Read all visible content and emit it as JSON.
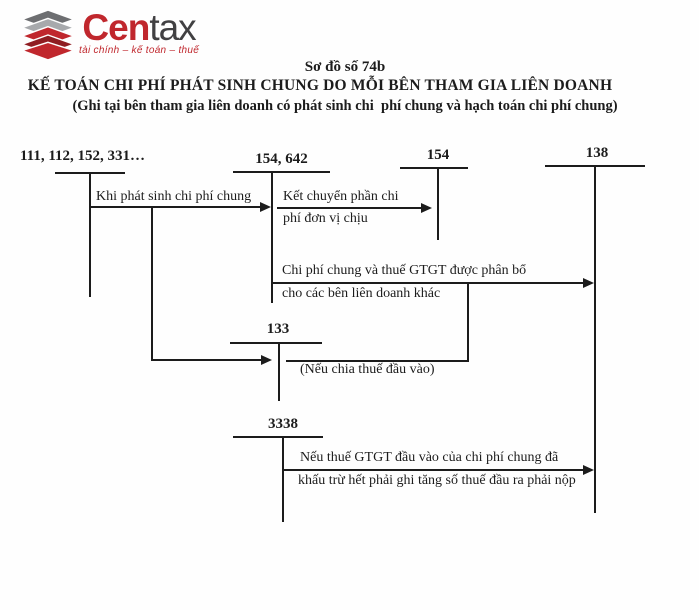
{
  "page": {
    "background": "#fefefe",
    "ink": "#1c1c1c"
  },
  "logo": {
    "brand_part1": "Cen",
    "brand_part2": "tax",
    "tagline": "tài chính – kế toán – thuế",
    "color_red": "#c0272d",
    "color_dark": "#414042",
    "icon_colors": {
      "gray_dark": "#6d6e71",
      "gray_light": "#a7a9ac",
      "red": "#c0272d",
      "red_dark": "#8f1d22"
    }
  },
  "title": {
    "scheme_no": "Sơ đồ số 74b",
    "heading": "KẾ TOÁN CHI PHÍ PHÁT SINH CHUNG DO MỖI BÊN THAM GIA LIÊN DOANH",
    "subheading": "(Ghi tại bên tham gia liên doanh có phát sinh chi  phí chung và hạch toán chi phí chung)"
  },
  "accounts": {
    "cash_materials_payables": {
      "label": "111, 112, 152, 331…"
    },
    "wip_admin_expense": {
      "label": "154, 642"
    },
    "wip": {
      "label": "154"
    },
    "other_receivables": {
      "label": "138"
    },
    "vat_deductible": {
      "label": "133"
    },
    "other_taxes": {
      "label": "3338"
    }
  },
  "flows": {
    "incur_common_cost": {
      "label": "Khi phát sinh chi phí chung"
    },
    "transfer_own_share": {
      "line1": "Kết chuyển phần chi",
      "line2": "phí đơn vị chịu"
    },
    "allocate_to_partners": {
      "line1": "Chi phí chung và thuế GTGT được phân bổ",
      "line2": "cho các bên liên doanh khác"
    },
    "share_input_vat": {
      "label": "(Nếu chia thuế đầu vào)"
    },
    "vat_output_increase": {
      "line1": "Nếu thuế GTGT đầu vào của chi phí chung đã",
      "line2": "khấu trừ hết phải ghi tăng số thuế đầu ra phải nộp"
    }
  }
}
